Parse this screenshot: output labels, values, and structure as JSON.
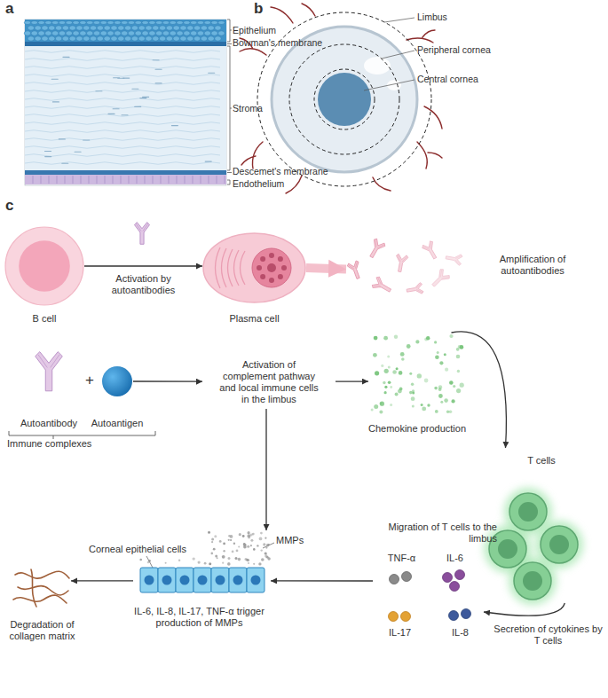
{
  "diagram": {
    "nodes": [
      {
        "text": [
          "B cell"
        ]
      },
      {
        "text": [
          "Plasma cell"
        ]
      },
      {
        "text": [
          "Amplification of autoantibodies"
        ]
      },
      {
        "text": [
          "Autoantibody"
        ]
      },
      {
        "text": [
          "Autoantigen"
        ]
      },
      {
        "text": [
          "Activation of complement pathway and local immune cells in the limbus"
        ]
      },
      {
        "text": [
          "Chemokine production"
        ]
      },
      {
        "text": [
          "T cells"
        ]
      },
      {
        "text": [
          "Secretion of cytokines by T cells"
        ]
      },
      {
        "text": [
          "TNF-α"
        ],
        "in": 8
      },
      {
        "text": [
          "IL-6"
        ],
        "in": 8
      },
      {
        "text": [
          "IL-17"
        ],
        "in": 8
      },
      {
        "text": [
          "IL-8"
        ],
        "in": 8
      },
      {
        "text": [
          "Corneal epithelial cells"
        ]
      },
      {
        "text": [
          "Degradation of collagen matrix"
        ]
      }
    ],
    "edges": [
      {
        "from": 0,
        "to": 1,
        "arrow": "to",
        "label": "Activation by autoantibodies"
      },
      {
        "from": 1,
        "to": 2,
        "arrow": "to"
      },
      {
        "from": 4,
        "to": 5,
        "arrow": "to"
      },
      {
        "from": 5,
        "to": 6,
        "arrow": "to"
      },
      {
        "from": 5,
        "to": 13,
        "arrow": "to"
      },
      {
        "from": 6,
        "to": 7,
        "arrow": "to"
      },
      {
        "from": 7,
        "to": 8,
        "arrow": "to"
      },
      {
        "from": 8,
        "to": 13,
        "arrow": "to"
      },
      {
        "from": 13,
        "to": 14,
        "arrow": "to"
      }
    ],
    "labels": [
      "a",
      "b",
      "c",
      "Epithelium",
      "Bowman's membrane",
      "Stroma",
      "Descemet's membrane",
      "Endothelium",
      "Limbus",
      "Peripheral cornea",
      "Central cornea",
      "+",
      "Immune complexes",
      "Migration of T cells to the limbus",
      "MMPs",
      "IL-6, IL-8, IL-17, TNF-α trigger production of MMPs"
    ]
  }
}
